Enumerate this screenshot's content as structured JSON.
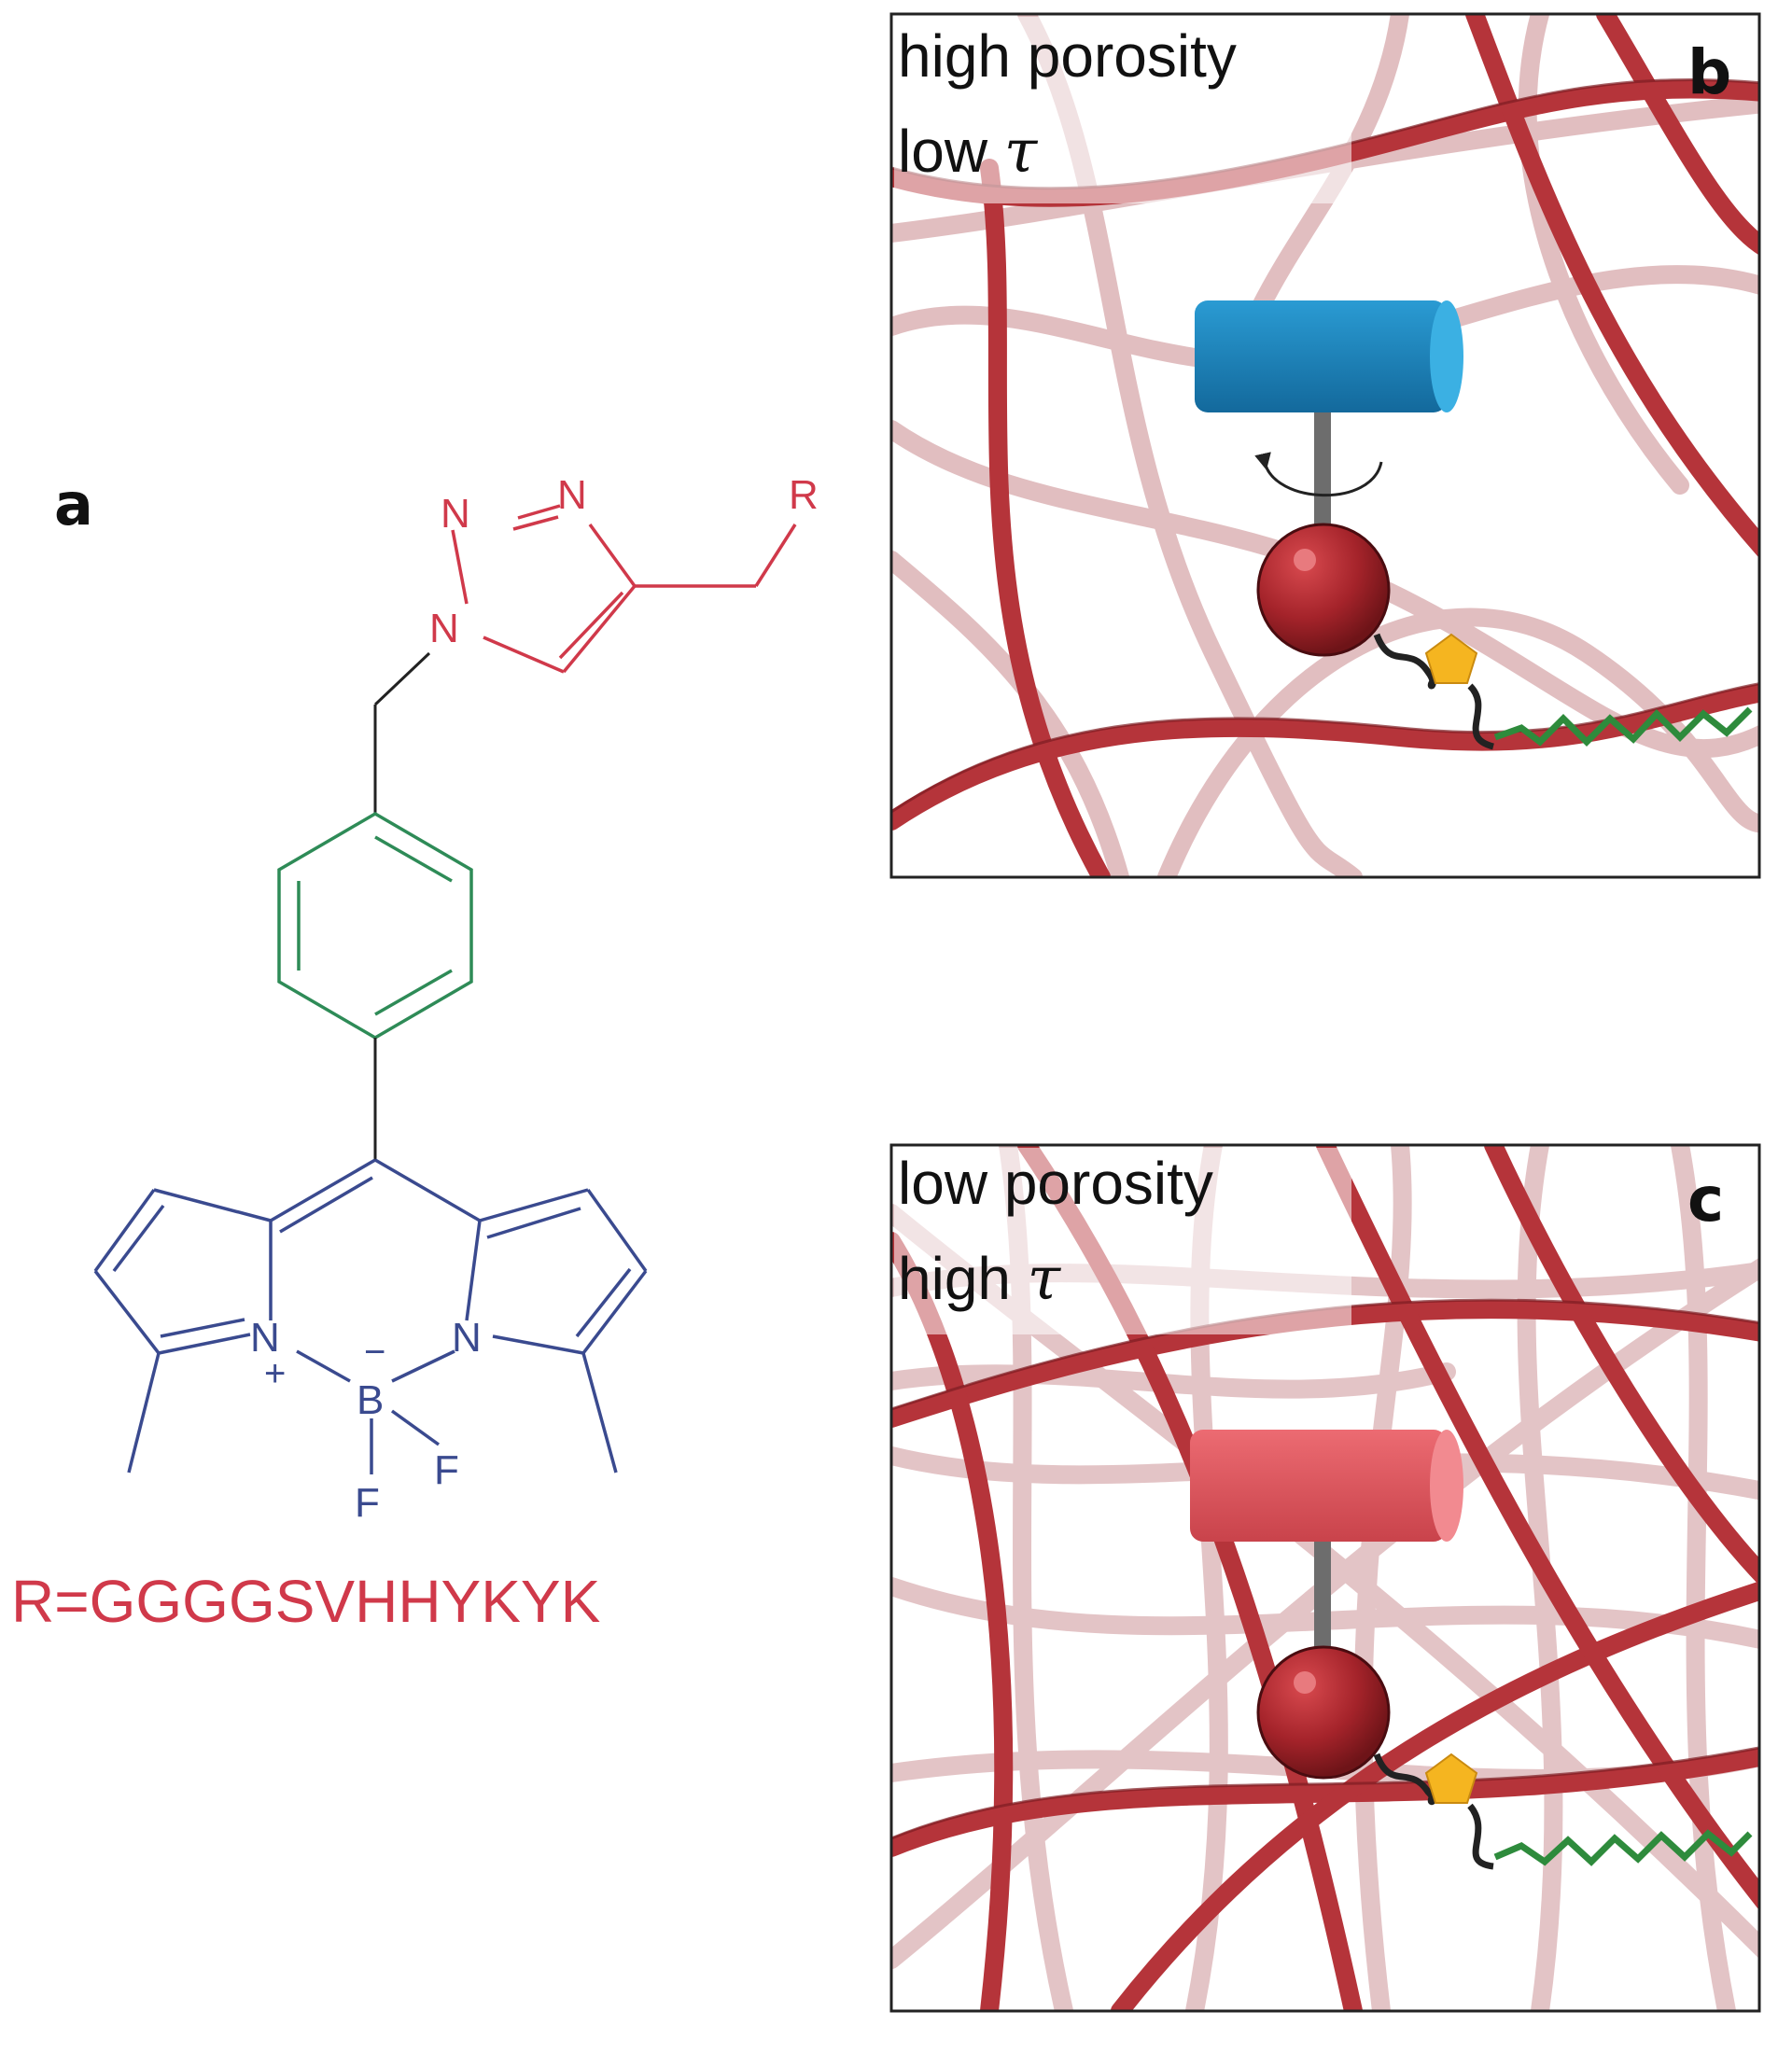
{
  "panel_labels": {
    "a": "a",
    "b": "b",
    "c": "c"
  },
  "molecule": {
    "r_group_label": "R",
    "atoms": {
      "triazole_n1": "N",
      "triazole_n2": "N",
      "triazole_n3": "N",
      "bodipy_n_left": "N",
      "bodipy_n_right": "N",
      "boron": "B",
      "fluorine_1": "F",
      "fluorine_2": "F",
      "plus_charge": "+",
      "minus_charge": "−",
      "triple_eq": "="
    },
    "r_definition": "R=GGGGSVHHYKYK"
  },
  "panel_b": {
    "line1": "high porosity",
    "line2_prefix": "low ",
    "tau": "τ",
    "rotor_color": "#1a86c0"
  },
  "panel_c": {
    "line1": "low porosity",
    "line2_prefix": "high ",
    "tau": "τ",
    "rotor_color": "#e0575f"
  },
  "colors": {
    "triazole": "#d0394a",
    "phenyl": "#2e8b57",
    "bodipy": "#3a4a8f",
    "fiber": "#b5343a",
    "fiber_dark": "#7e1d22",
    "linker": "#2e8b3c",
    "pentagon": "#f5b520",
    "sphere": "#a4232a"
  }
}
